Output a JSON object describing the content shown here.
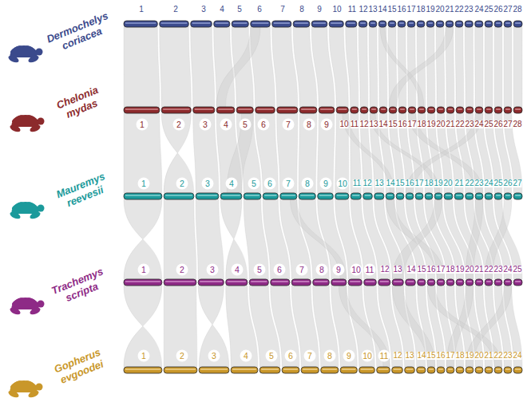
{
  "diagram": {
    "labels": [
      "Dermochelys coriacea",
      "1",
      "2",
      "3",
      "4",
      "5",
      "6",
      "7",
      "8",
      "9",
      "10",
      "11",
      "12",
      "13",
      "14",
      "15",
      "16",
      "17",
      "18",
      "19",
      "20",
      "21",
      "22",
      "23",
      "24",
      "25",
      "26",
      "27",
      "28",
      "Chelonia mydas",
      "1",
      "2",
      "3",
      "4",
      "5",
      "6",
      "7",
      "8",
      "9",
      "10",
      "11",
      "12",
      "13",
      "14",
      "15",
      "16",
      "17",
      "18",
      "19",
      "20",
      "21",
      "22",
      "23",
      "24",
      "25",
      "26",
      "27",
      "28",
      "Mauremys reevesii",
      "1",
      "2",
      "3",
      "4",
      "5",
      "6",
      "7",
      "8",
      "9",
      "10",
      "11",
      "12",
      "13",
      "14",
      "15",
      "16",
      "17",
      "18",
      "19",
      "20",
      "21",
      "22",
      "23",
      "24",
      "25",
      "26",
      "27",
      "Trachemys scripta",
      "1",
      "2",
      "3",
      "4",
      "5",
      "6",
      "7",
      "8",
      "9",
      "10",
      "11",
      "12",
      "13",
      "14",
      "15",
      "16",
      "17",
      "18",
      "19",
      "20",
      "21",
      "22",
      "23",
      "24",
      "25",
      "Gopherus evgoodei",
      "1",
      "2",
      "3",
      "4",
      "5",
      "6",
      "7",
      "8",
      "9",
      "10",
      "11",
      "12",
      "13",
      "14",
      "15",
      "16",
      "17",
      "18",
      "19",
      "20",
      "21",
      "22",
      "23",
      "24"
    ]
  }
}
